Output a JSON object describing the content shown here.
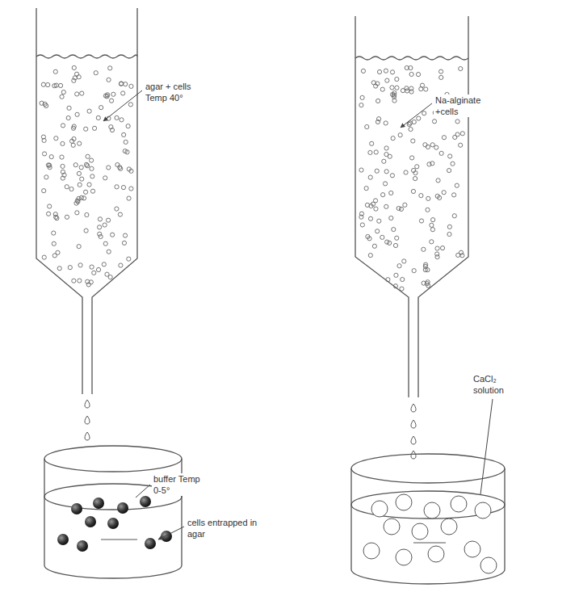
{
  "diagram": {
    "labels": [
      "agar + cells Temp 40°",
      "buffer Temp 0-5°",
      "cells entrapped in agar",
      "Na-alginate +cells",
      "CaCl₂ solution"
    ]
  }
}
